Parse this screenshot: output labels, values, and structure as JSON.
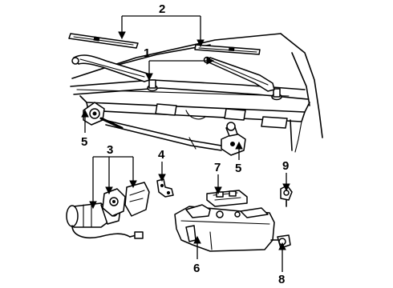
{
  "callouts": {
    "c1": "1",
    "c2": "2",
    "c3": "3",
    "c4": "4",
    "c5a": "5",
    "c5b": "5",
    "c6": "6",
    "c7": "7",
    "c8": "8",
    "c9": "9"
  }
}
